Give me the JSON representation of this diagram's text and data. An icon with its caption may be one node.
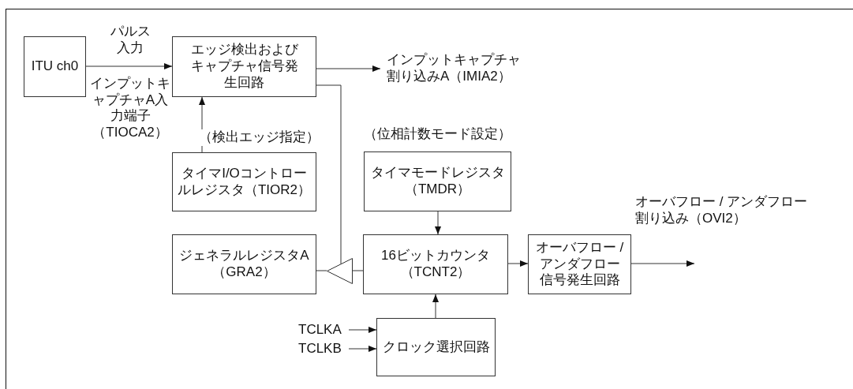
{
  "diagram": {
    "nodes": [
      {
        "text": [
          "ITU ch0"
        ]
      },
      {
        "text": [
          "エッジ検出およびキャプチャ信号発生回路"
        ]
      },
      {
        "text": [
          "インプットキャプチャ割り込みA（IMIA2）"
        ]
      },
      {
        "text": [
          "タイマI/Oコントロールレジスタ（TIOR2）"
        ]
      },
      {
        "text": [
          "タイマモードレジスタ（TMDR）"
        ],
        "beside": [
          "（位相計数モード設定）"
        ]
      },
      {
        "text": [
          "ジェネラルレジスタA（GRA2）"
        ]
      },
      {
        "text": [],
        "shape": "triangle"
      },
      {
        "text": [
          "16ビットカウンタ（TCNT2）"
        ]
      },
      {
        "text": [
          "オーバフロー / アンダフロー信号発生回路"
        ]
      },
      {
        "text": [
          "クロック選択回路"
        ]
      },
      {
        "text": [
          "TCLKA"
        ]
      },
      {
        "text": [
          "TCLKB"
        ]
      }
    ],
    "edges": [
      {
        "from": 0,
        "to": 1,
        "arrow": "to",
        "label": "パルス入力"
      },
      {
        "from": 1,
        "to": 2,
        "arrow": "to"
      },
      {
        "from": 3,
        "to": 1,
        "arrow": "to",
        "label": "（検出エッジ指定）"
      },
      {
        "from": 1,
        "to": 6,
        "arrow": "none"
      },
      {
        "from": 7,
        "to": 6,
        "arrow": "none"
      },
      {
        "from": 6,
        "to": 5,
        "arrow": "none"
      },
      {
        "from": 4,
        "to": 7,
        "arrow": "to"
      },
      {
        "from": 7,
        "to": 8,
        "arrow": "to"
      },
      {
        "from": 8,
        "to": null,
        "arrow": "to"
      },
      {
        "from": 9,
        "to": 7,
        "arrow": "to"
      },
      {
        "from": 10,
        "to": 9,
        "arrow": "to"
      },
      {
        "from": 11,
        "to": 9,
        "arrow": "to"
      }
    ],
    "labels": [
      "インプットキャプチャA入力端子（TIOCA2）",
      "オーバフロー / アンダフロー割り込み（OVI2）"
    ]
  }
}
